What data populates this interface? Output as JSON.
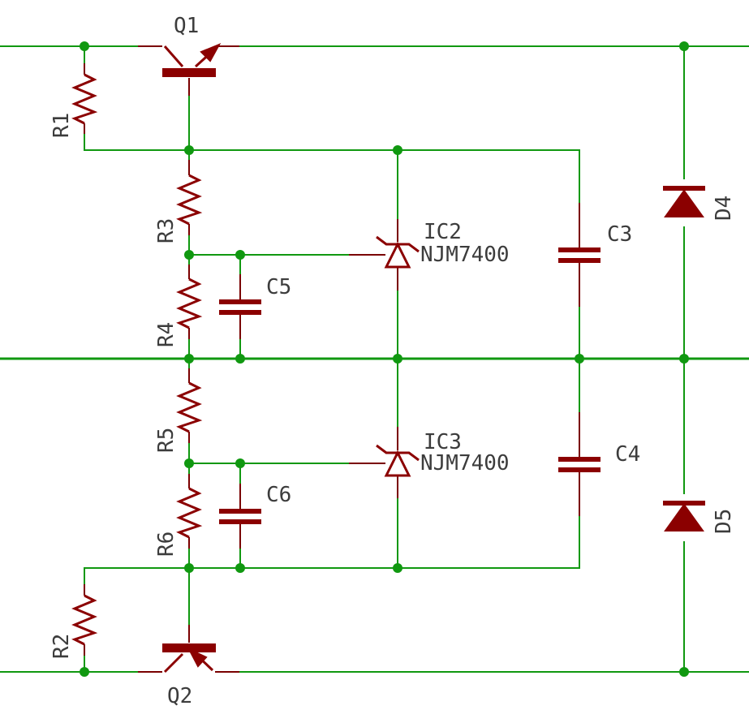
{
  "schematic": {
    "transistors": [
      {
        "ref": "Q1"
      },
      {
        "ref": "Q2"
      }
    ],
    "resistors": [
      {
        "ref": "R1"
      },
      {
        "ref": "R2"
      },
      {
        "ref": "R3"
      },
      {
        "ref": "R4"
      },
      {
        "ref": "R5"
      },
      {
        "ref": "R6"
      }
    ],
    "capacitors": [
      {
        "ref": "C3"
      },
      {
        "ref": "C4"
      },
      {
        "ref": "C5"
      },
      {
        "ref": "C6"
      }
    ],
    "regulators": [
      {
        "ref": "IC2",
        "value": "NJM7400"
      },
      {
        "ref": "IC3",
        "value": "NJM7400"
      }
    ],
    "diodes": [
      {
        "ref": "D4"
      },
      {
        "ref": "D5"
      }
    ]
  },
  "colors": {
    "wire": "#109810",
    "component": "#8b0000",
    "label": "#3c3c3c",
    "background": "#ffffff"
  }
}
